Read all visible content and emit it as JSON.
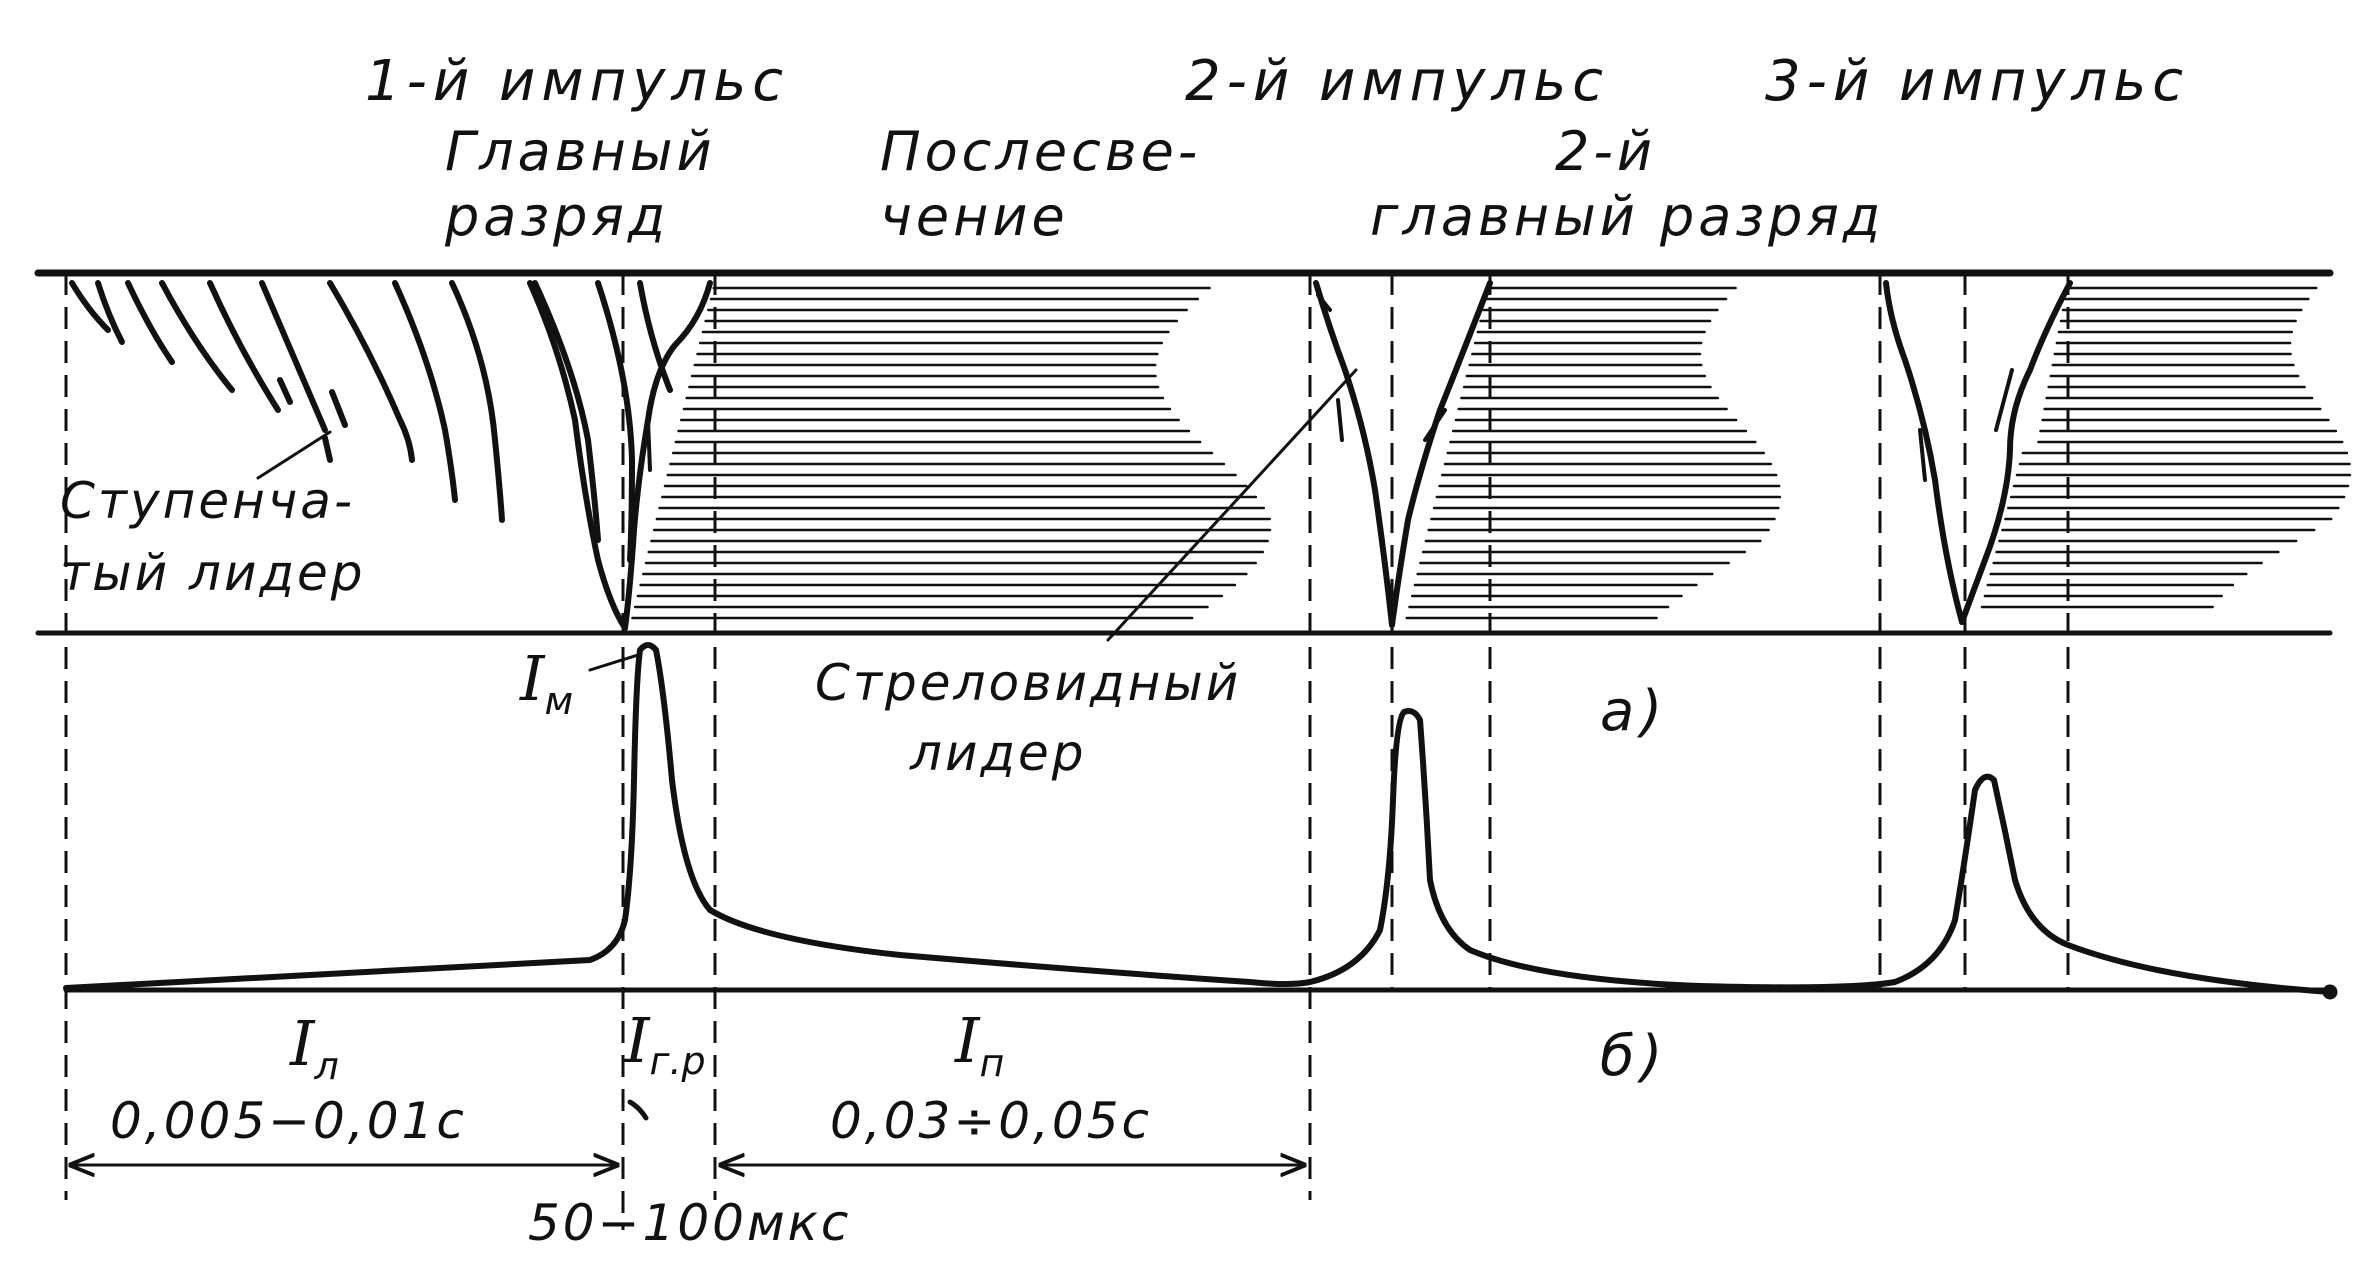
{
  "diagram": {
    "pulses": {
      "first": "1-й импульс",
      "second": "2-й импульс",
      "third": "3-й импульс"
    },
    "main_discharge": [
      "Главный",
      "разряд"
    ],
    "afterglow": [
      "Послесве-",
      "чение"
    ],
    "second_main_discharge": [
      "2-й",
      "главный  разряд"
    ],
    "stepped_leader": [
      "Ступенча-",
      "тый лидер"
    ],
    "dart_leader": [
      "Стреловидный",
      "лидер"
    ],
    "panel_a": "а)",
    "panel_b": "б)",
    "current_max": {
      "symbol": "I",
      "sub": "м"
    },
    "leader_current": {
      "symbol": "I",
      "sub": "л",
      "duration": "0,005−0,01с"
    },
    "main_current": {
      "symbol": "I",
      "sub": "г.р",
      "duration": "50−100мкс"
    },
    "afterglow_current": {
      "symbol": "I",
      "sub": "п",
      "duration": "0,03÷0,05с"
    }
  }
}
